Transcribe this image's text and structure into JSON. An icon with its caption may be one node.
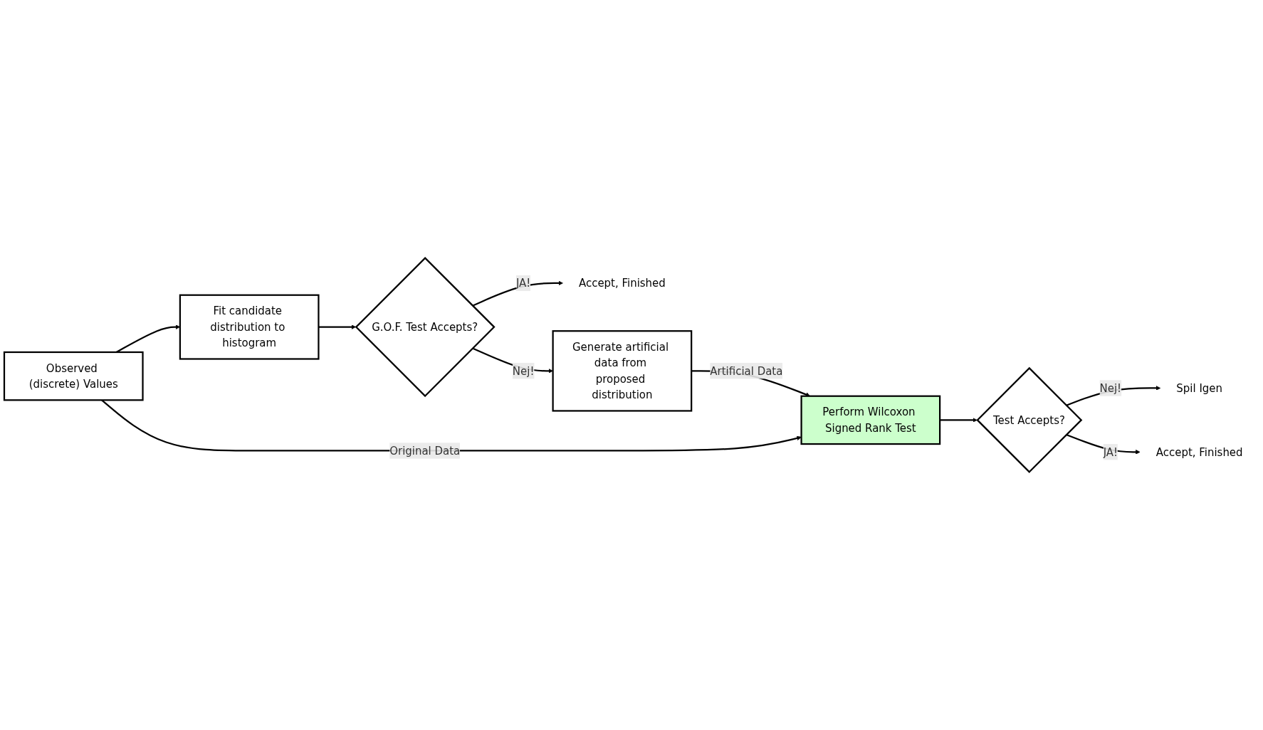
{
  "diagram": {
    "nodes": [
      {
        "text": [
          "Observed (discrete) Values"
        ]
      },
      {
        "text": [
          "Fit candidate distribution to histogram"
        ]
      },
      {
        "text": [
          "G.O.F. Test Accepts?"
        ]
      },
      {
        "text": [
          "Accept, Finished"
        ]
      },
      {
        "text": [
          "Generate artificial data from proposed distribution"
        ]
      },
      {
        "text": [
          "Perform Wilcoxon Signed Rank Test"
        ]
      },
      {
        "text": [
          "Test Accepts?"
        ]
      },
      {
        "text": [
          "Spil Igen"
        ]
      },
      {
        "text": [
          "Accept, Finished"
        ]
      }
    ],
    "edges": [
      {
        "from": 0,
        "to": 1,
        "arrow": "to"
      },
      {
        "from": 1,
        "to": 2,
        "arrow": "to"
      },
      {
        "from": 2,
        "to": 3,
        "arrow": "to",
        "label": "JA!"
      },
      {
        "from": 2,
        "to": 4,
        "arrow": "to",
        "label": "Nej!"
      },
      {
        "from": 0,
        "to": 5,
        "arrow": "to",
        "label": "Original Data"
      },
      {
        "from": 4,
        "to": 5,
        "arrow": "to",
        "label": "Artificial Data"
      },
      {
        "from": 5,
        "to": 6,
        "arrow": "to"
      },
      {
        "from": 6,
        "to": 7,
        "arrow": "to",
        "label": "Nej!"
      },
      {
        "from": 6,
        "to": 8,
        "arrow": "to",
        "label": "JA!"
      }
    ]
  }
}
